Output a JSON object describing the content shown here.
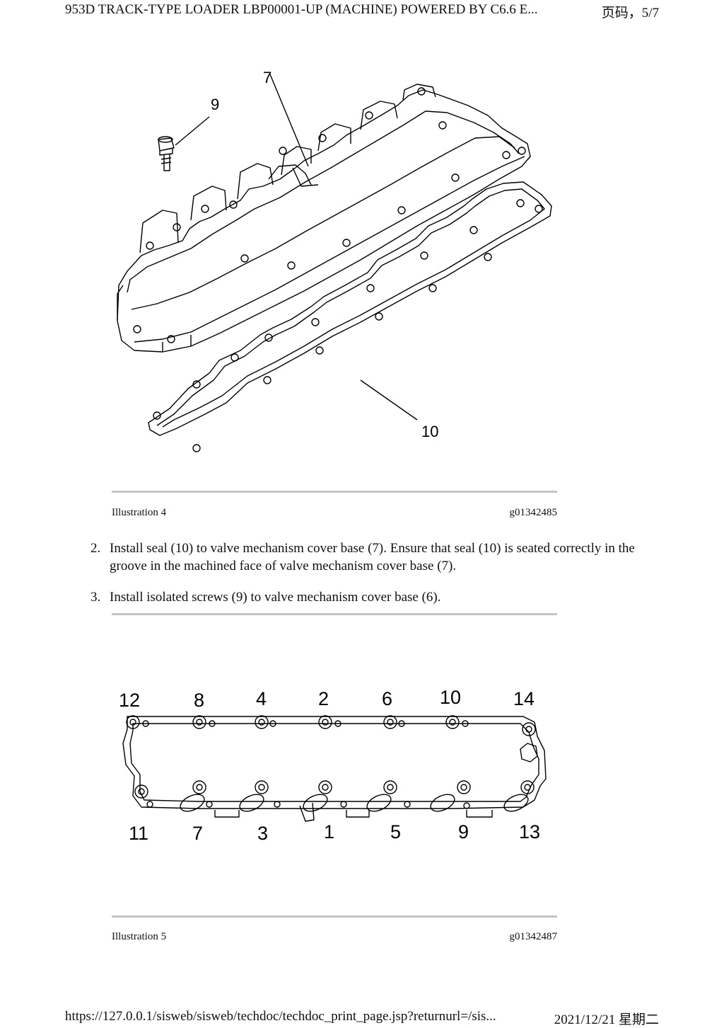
{
  "header": {
    "title": "953D TRACK-TYPE LOADER LBP00001-UP (MACHINE) POWERED BY C6.6 E...",
    "page": "页码，5/7"
  },
  "figure1": {
    "callouts": [
      "7",
      "9",
      "10"
    ],
    "caption_label": "Illustration 4",
    "caption_id": "g01342485"
  },
  "steps": [
    {
      "num": "2.",
      "text": "Install seal (10) to valve mechanism cover base (7). Ensure that seal (10) is seated correctly in the groove in the machined face of valve mechanism cover base (7)."
    },
    {
      "num": "3.",
      "text": "Install isolated screws (9) to valve mechanism cover base (6)."
    }
  ],
  "figure2": {
    "top_numbers": [
      "12",
      "8",
      "4",
      "2",
      "6",
      "10",
      "14"
    ],
    "bottom_numbers": [
      "11",
      "7",
      "3",
      "1",
      "5",
      "9",
      "13"
    ],
    "caption_label": "Illustration 5",
    "caption_id": "g01342487"
  },
  "footer": {
    "url": "https://127.0.0.1/sisweb/sisweb/techdoc/techdoc_print_page.jsp?returnurl=/sis...",
    "date": "2021/12/21 星期二"
  }
}
